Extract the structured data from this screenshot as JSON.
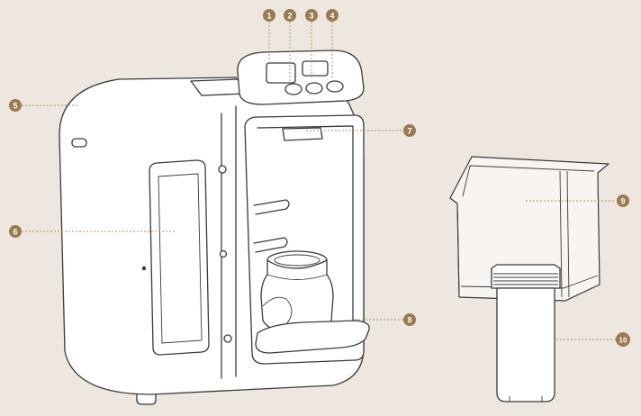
{
  "colors": {
    "background": "#ede7df",
    "callout_badge": "#9a7a52",
    "leader_line": "#b08f63",
    "outline": "#3a3a3a"
  },
  "callouts": [
    {
      "label": "1"
    },
    {
      "label": "2"
    },
    {
      "label": "3"
    },
    {
      "label": "4"
    },
    {
      "label": "5"
    },
    {
      "label": "6"
    },
    {
      "label": "7"
    },
    {
      "label": "8"
    },
    {
      "label": "9"
    },
    {
      "label": "10"
    }
  ]
}
